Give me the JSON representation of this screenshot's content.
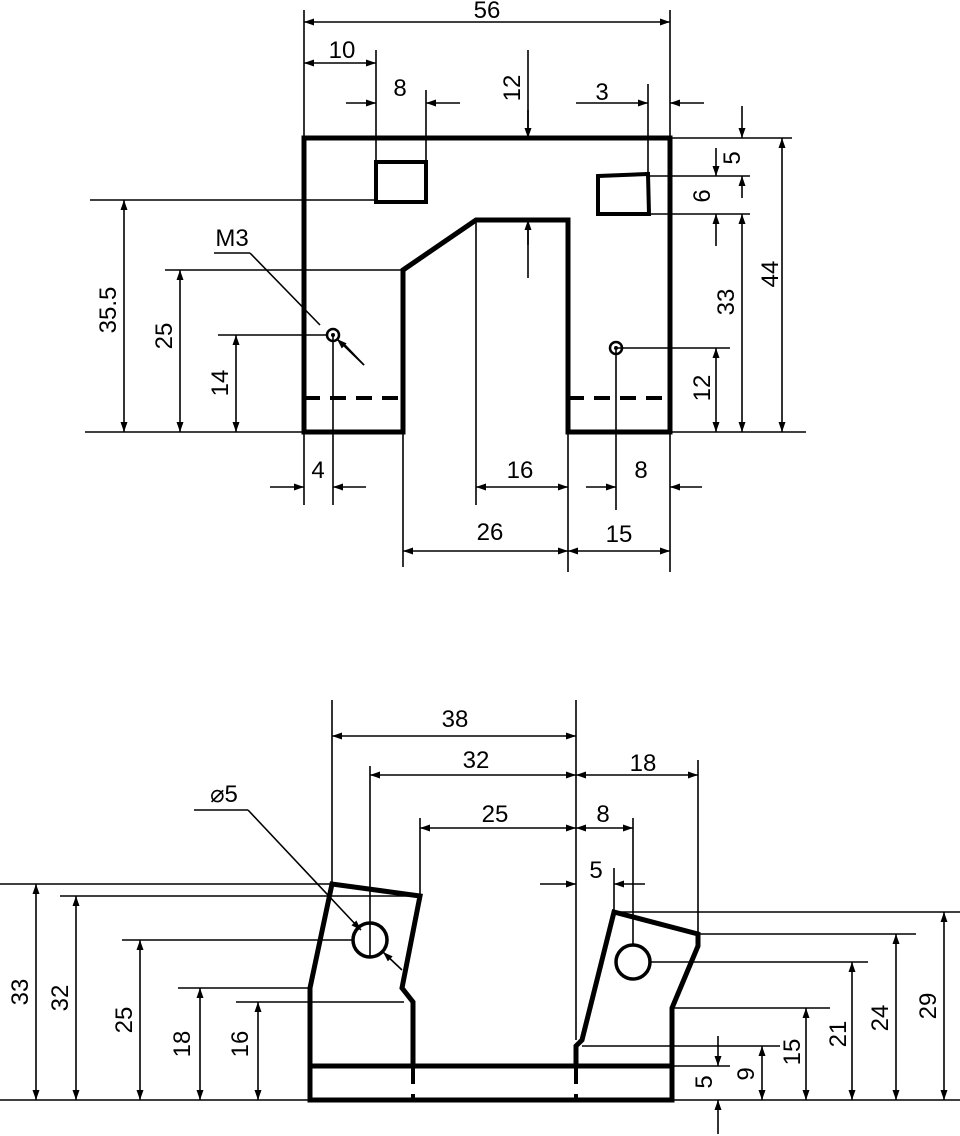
{
  "top_view": {
    "labels": {
      "d56": "56",
      "d10": "10",
      "d8_top": "8",
      "d12_top": "12",
      "d3": "3",
      "d5": "5",
      "d6": "6",
      "d44": "44",
      "d33": "33",
      "d35_5": "35.5",
      "d25": "25",
      "d14": "14",
      "d12_right": "12",
      "d4": "4",
      "d16": "16",
      "d8_bottom": "8",
      "d26": "26",
      "d15": "15",
      "thread": "M3"
    }
  },
  "side_view": {
    "labels": {
      "d38": "38",
      "d32_top": "32",
      "d18_top": "18",
      "d25_top": "25",
      "d8": "8",
      "d5_top": "5",
      "hole": "⌀5",
      "d33": "33",
      "d32_left": "32",
      "d25_left": "25",
      "d18_left": "18",
      "d16": "16",
      "d5_right": "5",
      "d9": "9",
      "d15": "15",
      "d21": "21",
      "d24": "24",
      "d29": "29"
    }
  }
}
